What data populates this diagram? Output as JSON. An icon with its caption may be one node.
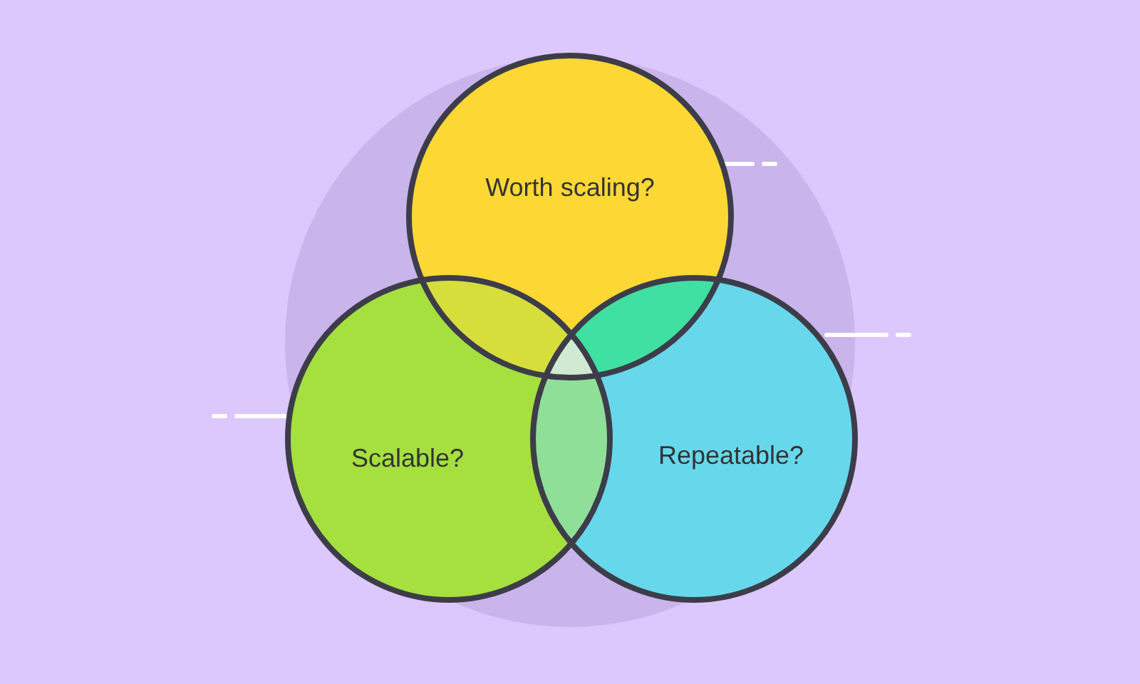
{
  "diagram": {
    "nodes": [
      {
        "text": [
          "Worth scaling?"
        ]
      },
      {
        "text": [
          "Scalable?"
        ]
      },
      {
        "text": [
          "Repeatable?"
        ]
      }
    ]
  }
}
